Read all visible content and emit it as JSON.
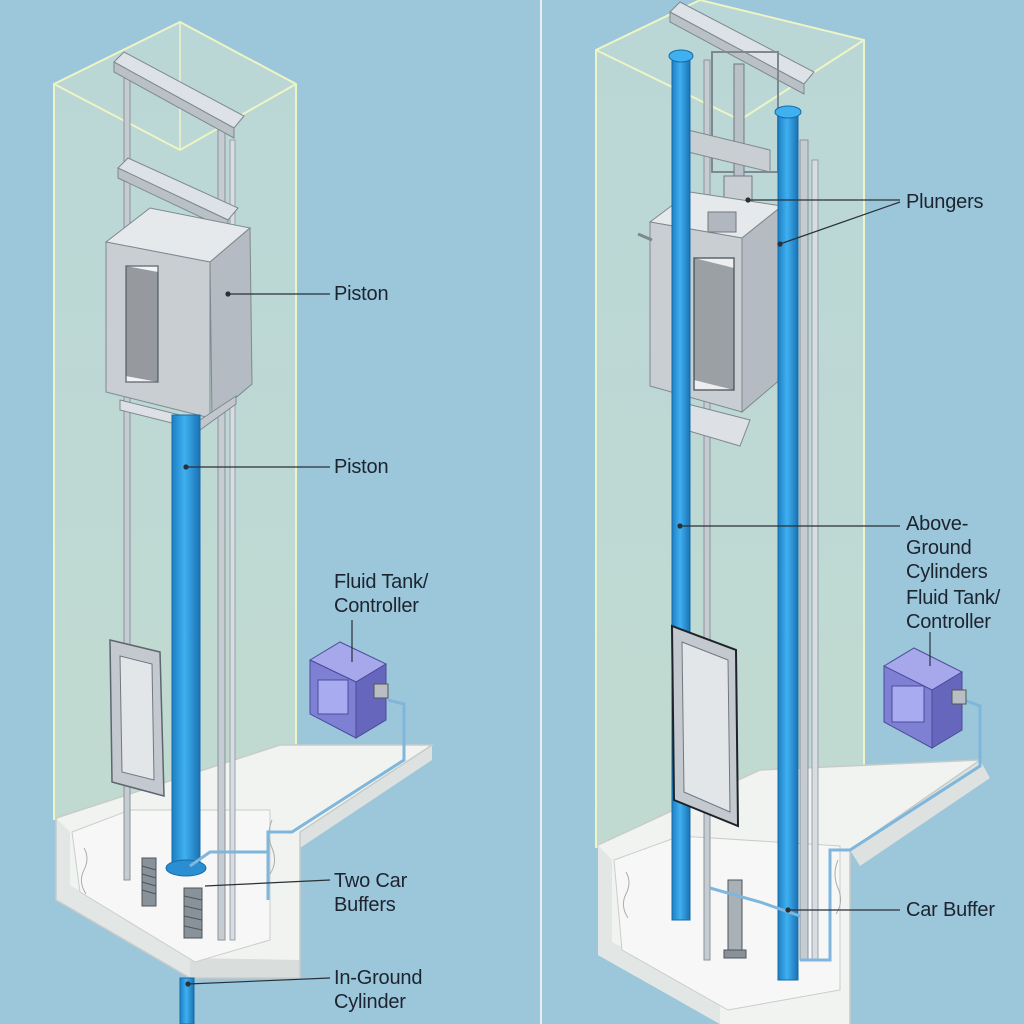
{
  "colors": {
    "background": "#9cc6da",
    "shaft": "#f2f5c8",
    "cylinder": "#2e9be0",
    "frame": "#cfd5da",
    "tank": "#8a8ad8",
    "floor": "#f2f3f2",
    "leader": "#2a3038"
  },
  "left_diagram": {
    "labels": {
      "piston_top": "Piston",
      "piston_mid": "Piston",
      "fluid_tank": "Fluid Tank/\nController",
      "buffers": "Two Car\nBuffers",
      "in_ground_cylinder": "In-Ground\nCylinder"
    }
  },
  "right_diagram": {
    "labels": {
      "plungers": "Plungers",
      "above_ground_cylinders": "Above-Ground\nCylinders",
      "fluid_tank": "Fluid Tank/\nController",
      "car_buffer": "Car Buffer"
    }
  }
}
